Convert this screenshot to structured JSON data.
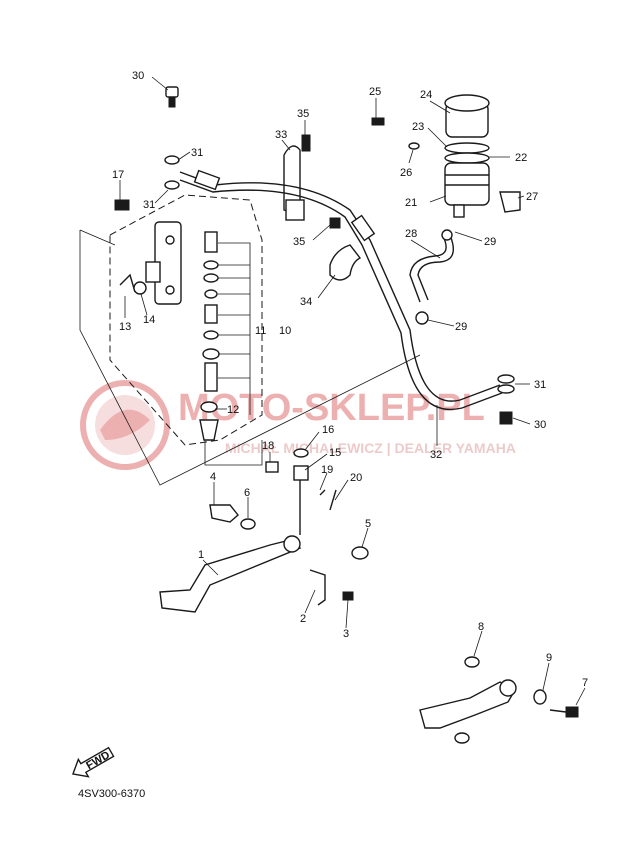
{
  "diagram_code": "4SV300-6370",
  "fwd_label": "FWD",
  "watermark": {
    "title": "MOTO-SKLEP.PL",
    "subtitle": "MICHAŁ MICHALEWICZ | DEALER YAMAHA",
    "title_color": "#e07070",
    "subtitle_color": "#e0a0a0"
  },
  "callouts": [
    "1",
    "2",
    "3",
    "4",
    "5",
    "6",
    "7",
    "8",
    "9",
    "10",
    "11",
    "12",
    "13",
    "14",
    "15",
    "16",
    "17",
    "18",
    "19",
    "20",
    "21",
    "22",
    "23",
    "24",
    "25",
    "26",
    "27",
    "28",
    "29",
    "29",
    "30",
    "30",
    "31",
    "31",
    "31",
    "32",
    "33",
    "34",
    "35",
    "35"
  ]
}
